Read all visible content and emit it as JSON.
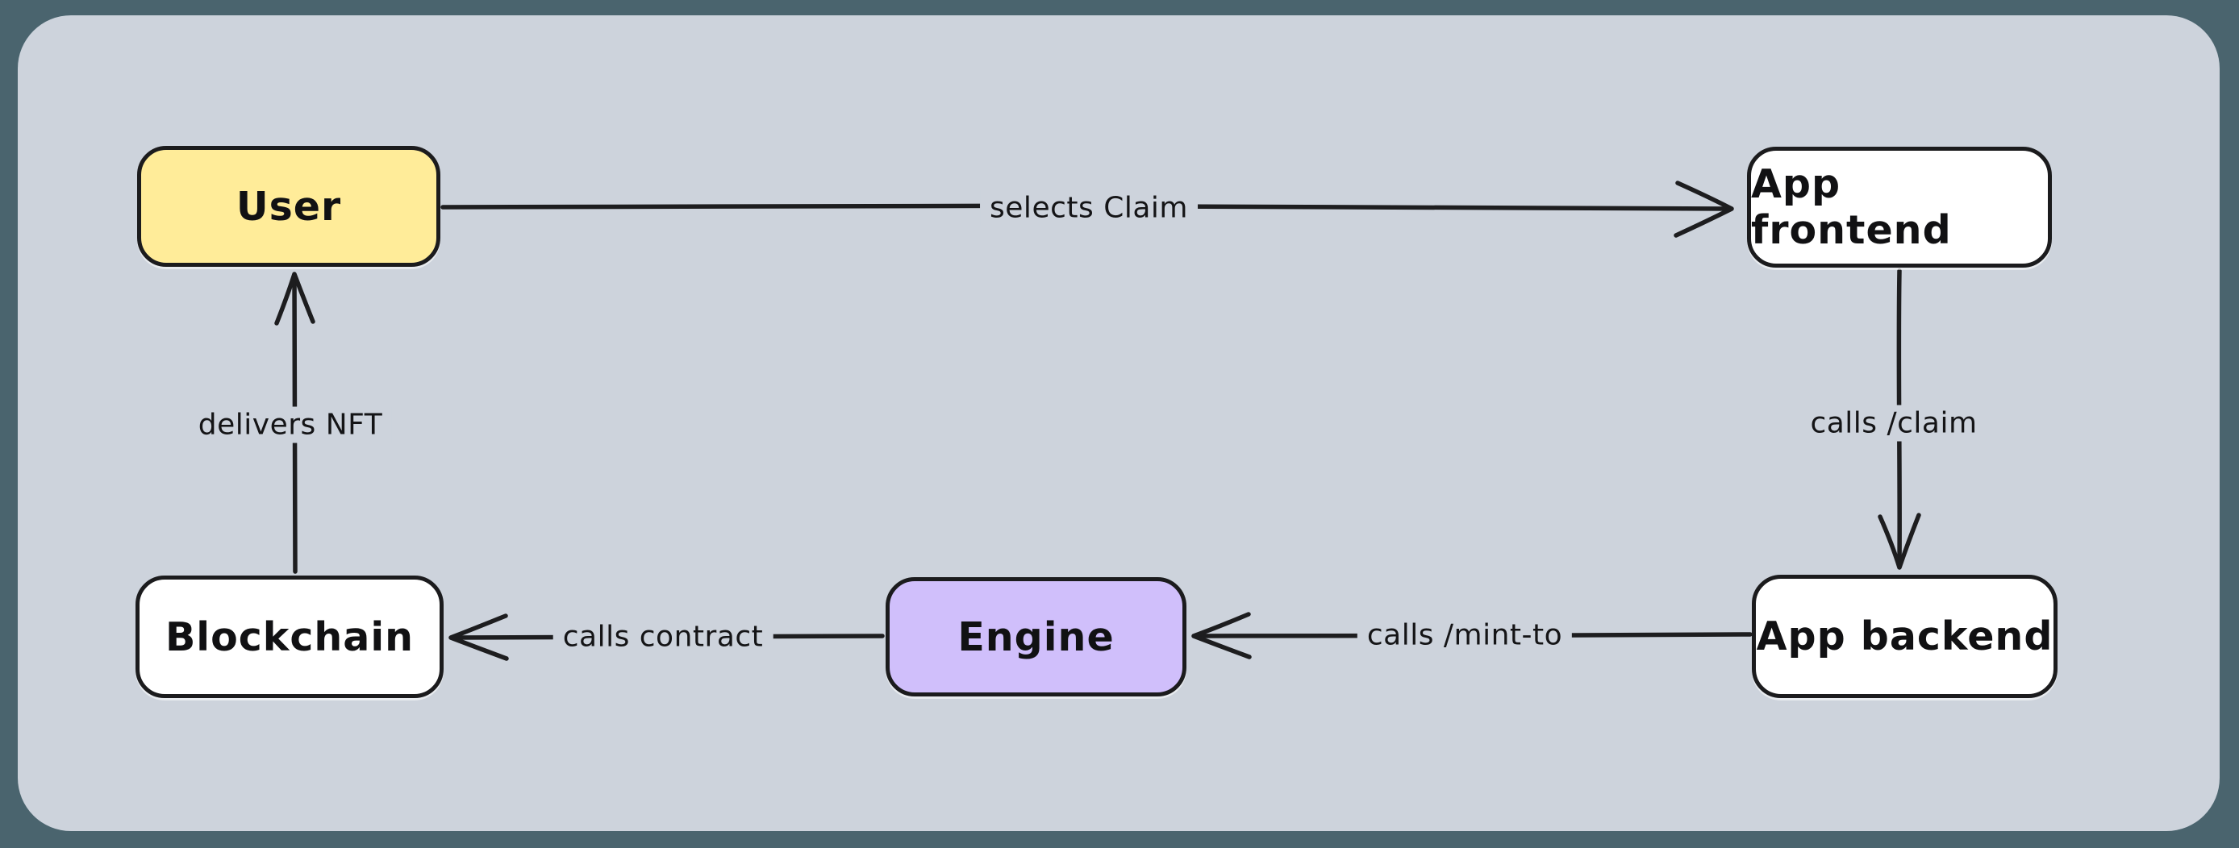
{
  "diagram": {
    "type": "flowchart",
    "background_color": "#4a646e",
    "canvas_color": "#cdd3dc",
    "stroke_color": "#1d1d1f",
    "nodes": [
      {
        "id": "user",
        "label": "User",
        "fill": "#ffec99"
      },
      {
        "id": "app-frontend",
        "label": "App frontend",
        "fill": "#ffffff"
      },
      {
        "id": "app-backend",
        "label": "App backend",
        "fill": "#ffffff"
      },
      {
        "id": "engine",
        "label": "Engine",
        "fill": "#d0bffb"
      },
      {
        "id": "blockchain",
        "label": "Blockchain",
        "fill": "#ffffff"
      }
    ],
    "edges": [
      {
        "id": "user-to-frontend",
        "from": "User",
        "to": "App frontend",
        "label": "selects Claim"
      },
      {
        "id": "frontend-to-backend",
        "from": "App frontend",
        "to": "App backend",
        "label": "calls /claim"
      },
      {
        "id": "backend-to-engine",
        "from": "App backend",
        "to": "Engine",
        "label": "calls /mint-to"
      },
      {
        "id": "engine-to-blockchain",
        "from": "Engine",
        "to": "Blockchain",
        "label": "calls contract"
      },
      {
        "id": "blockchain-to-user",
        "from": "Blockchain",
        "to": "User",
        "label": "delivers NFT"
      }
    ]
  }
}
